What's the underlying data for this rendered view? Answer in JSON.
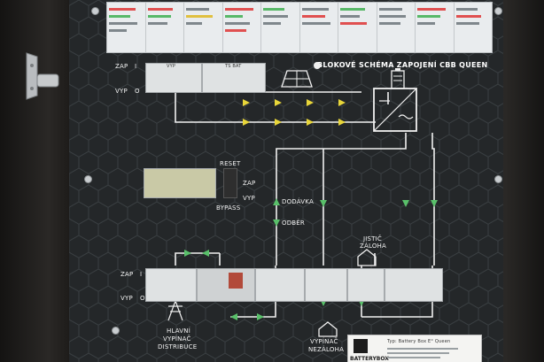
{
  "panel": {
    "title": "BLOKOVÉ SCHÉMA ZAPOJENÍ CBB QUEEN",
    "colors": {
      "panel_bg": "#242729",
      "hex_line": "#3a3f42",
      "yellow_arrow": "#e8d63a",
      "green_arrow": "#59c06a",
      "wire": "#f0f0f0",
      "breaker": "#dfe2e3"
    },
    "top_switch": {
      "on": "ZAP",
      "off": "VYP",
      "pos1": "I",
      "pos0": "O"
    },
    "bottom_switch": {
      "on": "ZAP",
      "off": "VYP",
      "pos1": "I",
      "pos0": "O"
    },
    "solar_breakers": [
      "VYP",
      "TS BAT"
    ],
    "reset_block": {
      "reset": "RESET",
      "on": "ZAP",
      "off": "VYP",
      "bypass": "BYPASS"
    },
    "delivery": "DODÁVKA",
    "consumption": "ODBĚR",
    "backup_breaker": [
      "JISTIČ",
      "ZÁLOHA"
    ],
    "main_breaker": [
      "HLAVNÍ",
      "VYPÍNAČ",
      "DISTRIBUCE"
    ],
    "backup_switch": [
      "VYPÍNAČ",
      "NEZÁLOHA"
    ],
    "icons": [
      "solar-panel-icon",
      "inverter-icon",
      "battery-icon",
      "house-icon",
      "pylon-icon",
      "house-icon"
    ]
  },
  "plate": {
    "brand": "BATTERYBOX",
    "model": "Typ: Battery Box E° Queen"
  }
}
